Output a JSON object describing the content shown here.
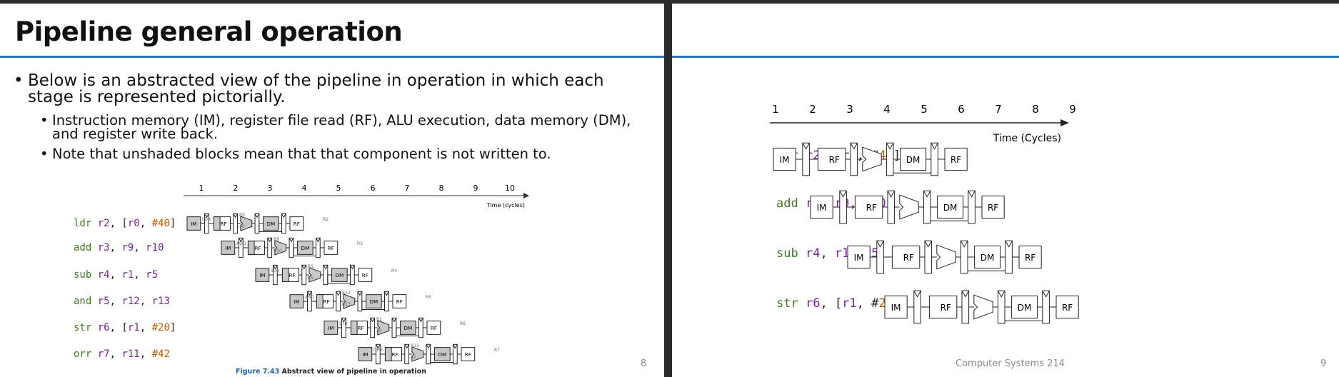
{
  "left_slide": {
    "title": "Pipeline general operation",
    "bullet1": "Below is an abstracted view of the pipeline in operation in which each stage is represented pictorially.",
    "sub_bullets": [
      "Instruction memory (IM), register file read (RF), ALU execution, data memory (DM), and register write back.",
      "Note that unshaded blocks mean that that component is not written to."
    ],
    "bullet_glyph": "•",
    "time_labels": [
      "1",
      "2",
      "3",
      "4",
      "5",
      "6",
      "7",
      "8",
      "9",
      "10"
    ],
    "time_axis_label": "Time (cycles)",
    "instructions": [
      {
        "op": "ldr",
        "args": [
          {
            "t": "r2",
            "k": "reg"
          },
          {
            "t": ", [",
            "k": "pun"
          },
          {
            "t": "r0",
            "k": "reg"
          },
          {
            "t": ", ",
            "k": "pun"
          },
          {
            "t": "#40",
            "k": "num"
          },
          {
            "t": "]",
            "k": "pun"
          }
        ],
        "mnemonic": "LDR",
        "rf_a": "R0",
        "rf_b": "40",
        "wb": "R2"
      },
      {
        "op": "add",
        "args": [
          {
            "t": "r3",
            "k": "reg"
          },
          {
            "t": ", ",
            "k": "pun"
          },
          {
            "t": "r9",
            "k": "reg"
          },
          {
            "t": ", ",
            "k": "pun"
          },
          {
            "t": "r10",
            "k": "reg"
          }
        ],
        "mnemonic": "ADD",
        "rf_a": "R9",
        "rf_b": "R10",
        "wb": "R3"
      },
      {
        "op": "sub",
        "args": [
          {
            "t": "r4",
            "k": "reg"
          },
          {
            "t": ", ",
            "k": "pun"
          },
          {
            "t": "r1",
            "k": "reg"
          },
          {
            "t": ", ",
            "k": "pun"
          },
          {
            "t": "r5",
            "k": "reg"
          }
        ],
        "mnemonic": "SUB",
        "rf_a": "R1",
        "rf_b": "R5",
        "wb": "R4"
      },
      {
        "op": "and",
        "args": [
          {
            "t": "r5",
            "k": "reg"
          },
          {
            "t": ", ",
            "k": "pun"
          },
          {
            "t": "r12",
            "k": "reg"
          },
          {
            "t": ", ",
            "k": "pun"
          },
          {
            "t": "r13",
            "k": "reg"
          }
        ],
        "mnemonic": "AND",
        "rf_a": "R12",
        "rf_b": "R13",
        "wb": "R5"
      },
      {
        "op": "str",
        "args": [
          {
            "t": "r6",
            "k": "reg"
          },
          {
            "t": ", [",
            "k": "pun"
          },
          {
            "t": "r1",
            "k": "reg"
          },
          {
            "t": ", ",
            "k": "pun"
          },
          {
            "t": "#20",
            "k": "num"
          },
          {
            "t": "]",
            "k": "pun"
          }
        ],
        "mnemonic": "STR",
        "rf_a": "R1",
        "rf_b": "20",
        "wb": "R6"
      },
      {
        "op": "orr",
        "args": [
          {
            "t": "r7",
            "k": "reg"
          },
          {
            "t": ", ",
            "k": "pun"
          },
          {
            "t": "r11",
            "k": "reg"
          },
          {
            "t": ", ",
            "k": "pun"
          },
          {
            "t": "#42",
            "k": "num"
          }
        ],
        "mnemonic": "ORR",
        "rf_a": "R11",
        "rf_b": "42",
        "wb": "R7"
      }
    ],
    "stage_labels": {
      "im": "IM",
      "rf": "RF",
      "dm": "DM"
    },
    "figure_number": "Figure 7.43",
    "figure_caption": "Abstract view of pipeline in operation",
    "page_number": "8"
  },
  "right_slide": {
    "time_labels": [
      "1",
      "2",
      "3",
      "4",
      "5",
      "6",
      "7",
      "8",
      "9"
    ],
    "time_axis_label": "Time (Cycles)",
    "instructions": [
      {
        "op": "ldr",
        "args": [
          {
            "t": "r2",
            "k": "reg"
          },
          {
            "t": ", [",
            "k": "pun"
          },
          {
            "t": "r0",
            "k": "reg"
          },
          {
            "t": ", #",
            "k": "pun"
          },
          {
            "t": "40",
            "k": "num"
          },
          {
            "t": "]",
            "k": "pun"
          }
        ]
      },
      {
        "op": "add",
        "args": [
          {
            "t": "r3",
            "k": "reg"
          },
          {
            "t": ", ",
            "k": "pun"
          },
          {
            "t": "r9",
            "k": "reg"
          },
          {
            "t": ", ",
            "k": "pun"
          },
          {
            "t": "r10",
            "k": "reg"
          }
        ]
      },
      {
        "op": "sub",
        "args": [
          {
            "t": "r4",
            "k": "reg"
          },
          {
            "t": ", ",
            "k": "pun"
          },
          {
            "t": "r1",
            "k": "reg"
          },
          {
            "t": ", ",
            "k": "pun"
          },
          {
            "t": "r5",
            "k": "reg"
          }
        ]
      },
      {
        "op": "str",
        "args": [
          {
            "t": "r6",
            "k": "reg"
          },
          {
            "t": ", [",
            "k": "pun"
          },
          {
            "t": "r1",
            "k": "reg"
          },
          {
            "t": ", #",
            "k": "pun"
          },
          {
            "t": "20",
            "k": "num"
          },
          {
            "t": "]",
            "k": "pun"
          }
        ]
      }
    ],
    "stage_labels": {
      "im": "IM",
      "rf": "RF",
      "dm": "DM"
    },
    "footer": "Computer Systems 214",
    "page_number": "9"
  },
  "colors": {
    "rule": "#2e75b6",
    "op": "#3a7d1e",
    "reg": "#7a1fa2",
    "num": "#c25a00",
    "caption": "#1f5fa9",
    "shade": "#c8c8c8"
  }
}
